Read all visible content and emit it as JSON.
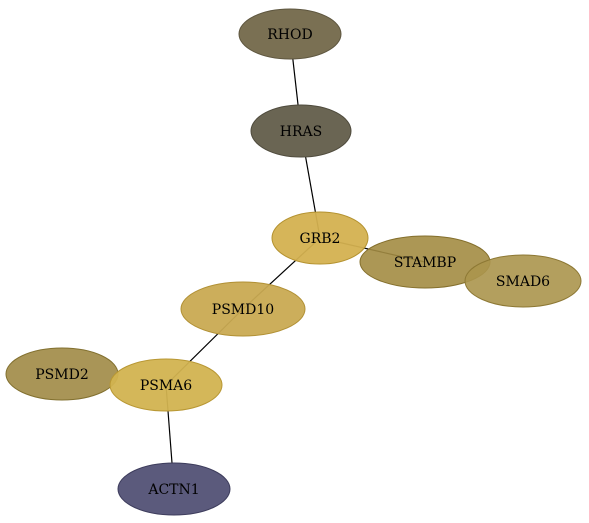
{
  "nodes": [
    {
      "id": "RHOD",
      "label": "RHOD",
      "fill": "#7a7053",
      "stroke": "#5e563f",
      "opacity": 1.0
    },
    {
      "id": "HRAS",
      "label": "HRAS",
      "fill": "#6a6553",
      "stroke": "#4f4b3d",
      "opacity": 1.0
    },
    {
      "id": "GRB2",
      "label": "GRB2",
      "fill": "#d4b150",
      "stroke": "#b4922f",
      "opacity": 0.95
    },
    {
      "id": "STAMBP",
      "label": "STAMBP",
      "fill": "#a38c43",
      "stroke": "#846f2c",
      "opacity": 0.9
    },
    {
      "id": "SMAD6",
      "label": "SMAD6",
      "fill": "#ab954c",
      "stroke": "#8d7834",
      "opacity": 0.9
    },
    {
      "id": "PSMD10",
      "label": "PSMD10",
      "fill": "#c9aa52",
      "stroke": "#b19034",
      "opacity": 0.95
    },
    {
      "id": "PSMD2",
      "label": "PSMD2",
      "fill": "#a08a45",
      "stroke": "#82702f",
      "opacity": 0.9
    },
    {
      "id": "PSMA6",
      "label": "PSMA6",
      "fill": "#d2b350",
      "stroke": "#b89733",
      "opacity": 0.95
    },
    {
      "id": "ACTN1",
      "label": "ACTN1",
      "fill": "#5b5a7c",
      "stroke": "#3d3c5c",
      "opacity": 1.0
    }
  ],
  "edges": [
    {
      "source": "RHOD",
      "target": "HRAS"
    },
    {
      "source": "HRAS",
      "target": "GRB2"
    },
    {
      "source": "GRB2",
      "target": "PSMD10"
    },
    {
      "source": "GRB2",
      "target": "STAMBP"
    },
    {
      "source": "PSMD10",
      "target": "PSMA6"
    },
    {
      "source": "PSMA6",
      "target": "ACTN1"
    }
  ]
}
